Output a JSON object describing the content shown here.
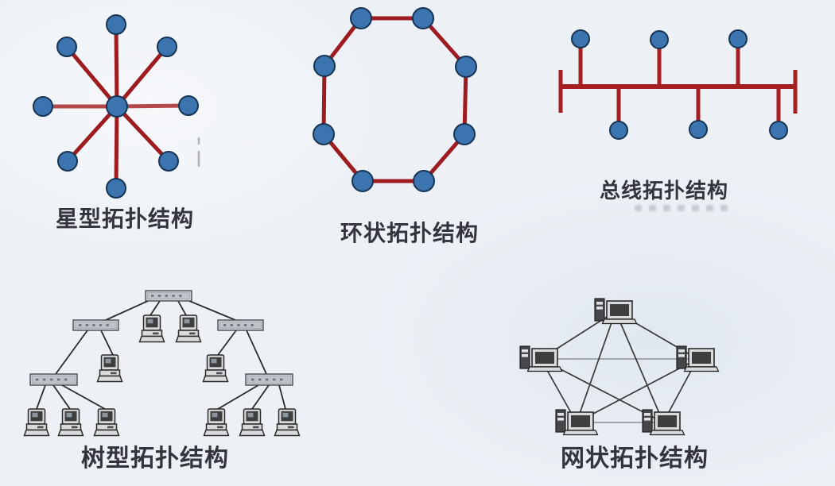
{
  "figure": {
    "description_labels_visible_only": true
  },
  "colors": {
    "background": "#edf1f6",
    "node_fill": "#3b74af",
    "node_stroke": "#173454",
    "link_red": "#9d1c20",
    "link_red_light": "#b2484a",
    "bus_red": "#a51e22",
    "device_line": "#2b2b2b",
    "mesh_line": "#3a3a3a",
    "mesh_line_light": "#8a8f94",
    "hub_fill": "#ccd0d5",
    "hub_stroke": "#4b4d52",
    "pc_body": "#d9dadc",
    "pc_screen": "#3c3e40",
    "label_color": "#33343c"
  },
  "icons": {
    "network-node": "filled blue circle",
    "hub-switch-icon": "gray rectangle switch box",
    "computer-icon": "desktop PC pictogram",
    "tower-computer-icon": "tower + monitor PC pictogram"
  },
  "diagrams": {
    "star": {
      "label": "星型拓扑结构",
      "nodes": 9,
      "links": 8
    },
    "ring": {
      "label": "环状拓扑结构",
      "nodes": 8,
      "links": 8
    },
    "bus": {
      "label": "总线拓扑结构",
      "nodes": 6,
      "terminators": 2
    },
    "tree": {
      "label": "树型拓扑结构",
      "hubs": 5,
      "computers": 10
    },
    "mesh": {
      "label": "网状拓扑结构",
      "computers": 5,
      "links": 10
    }
  }
}
